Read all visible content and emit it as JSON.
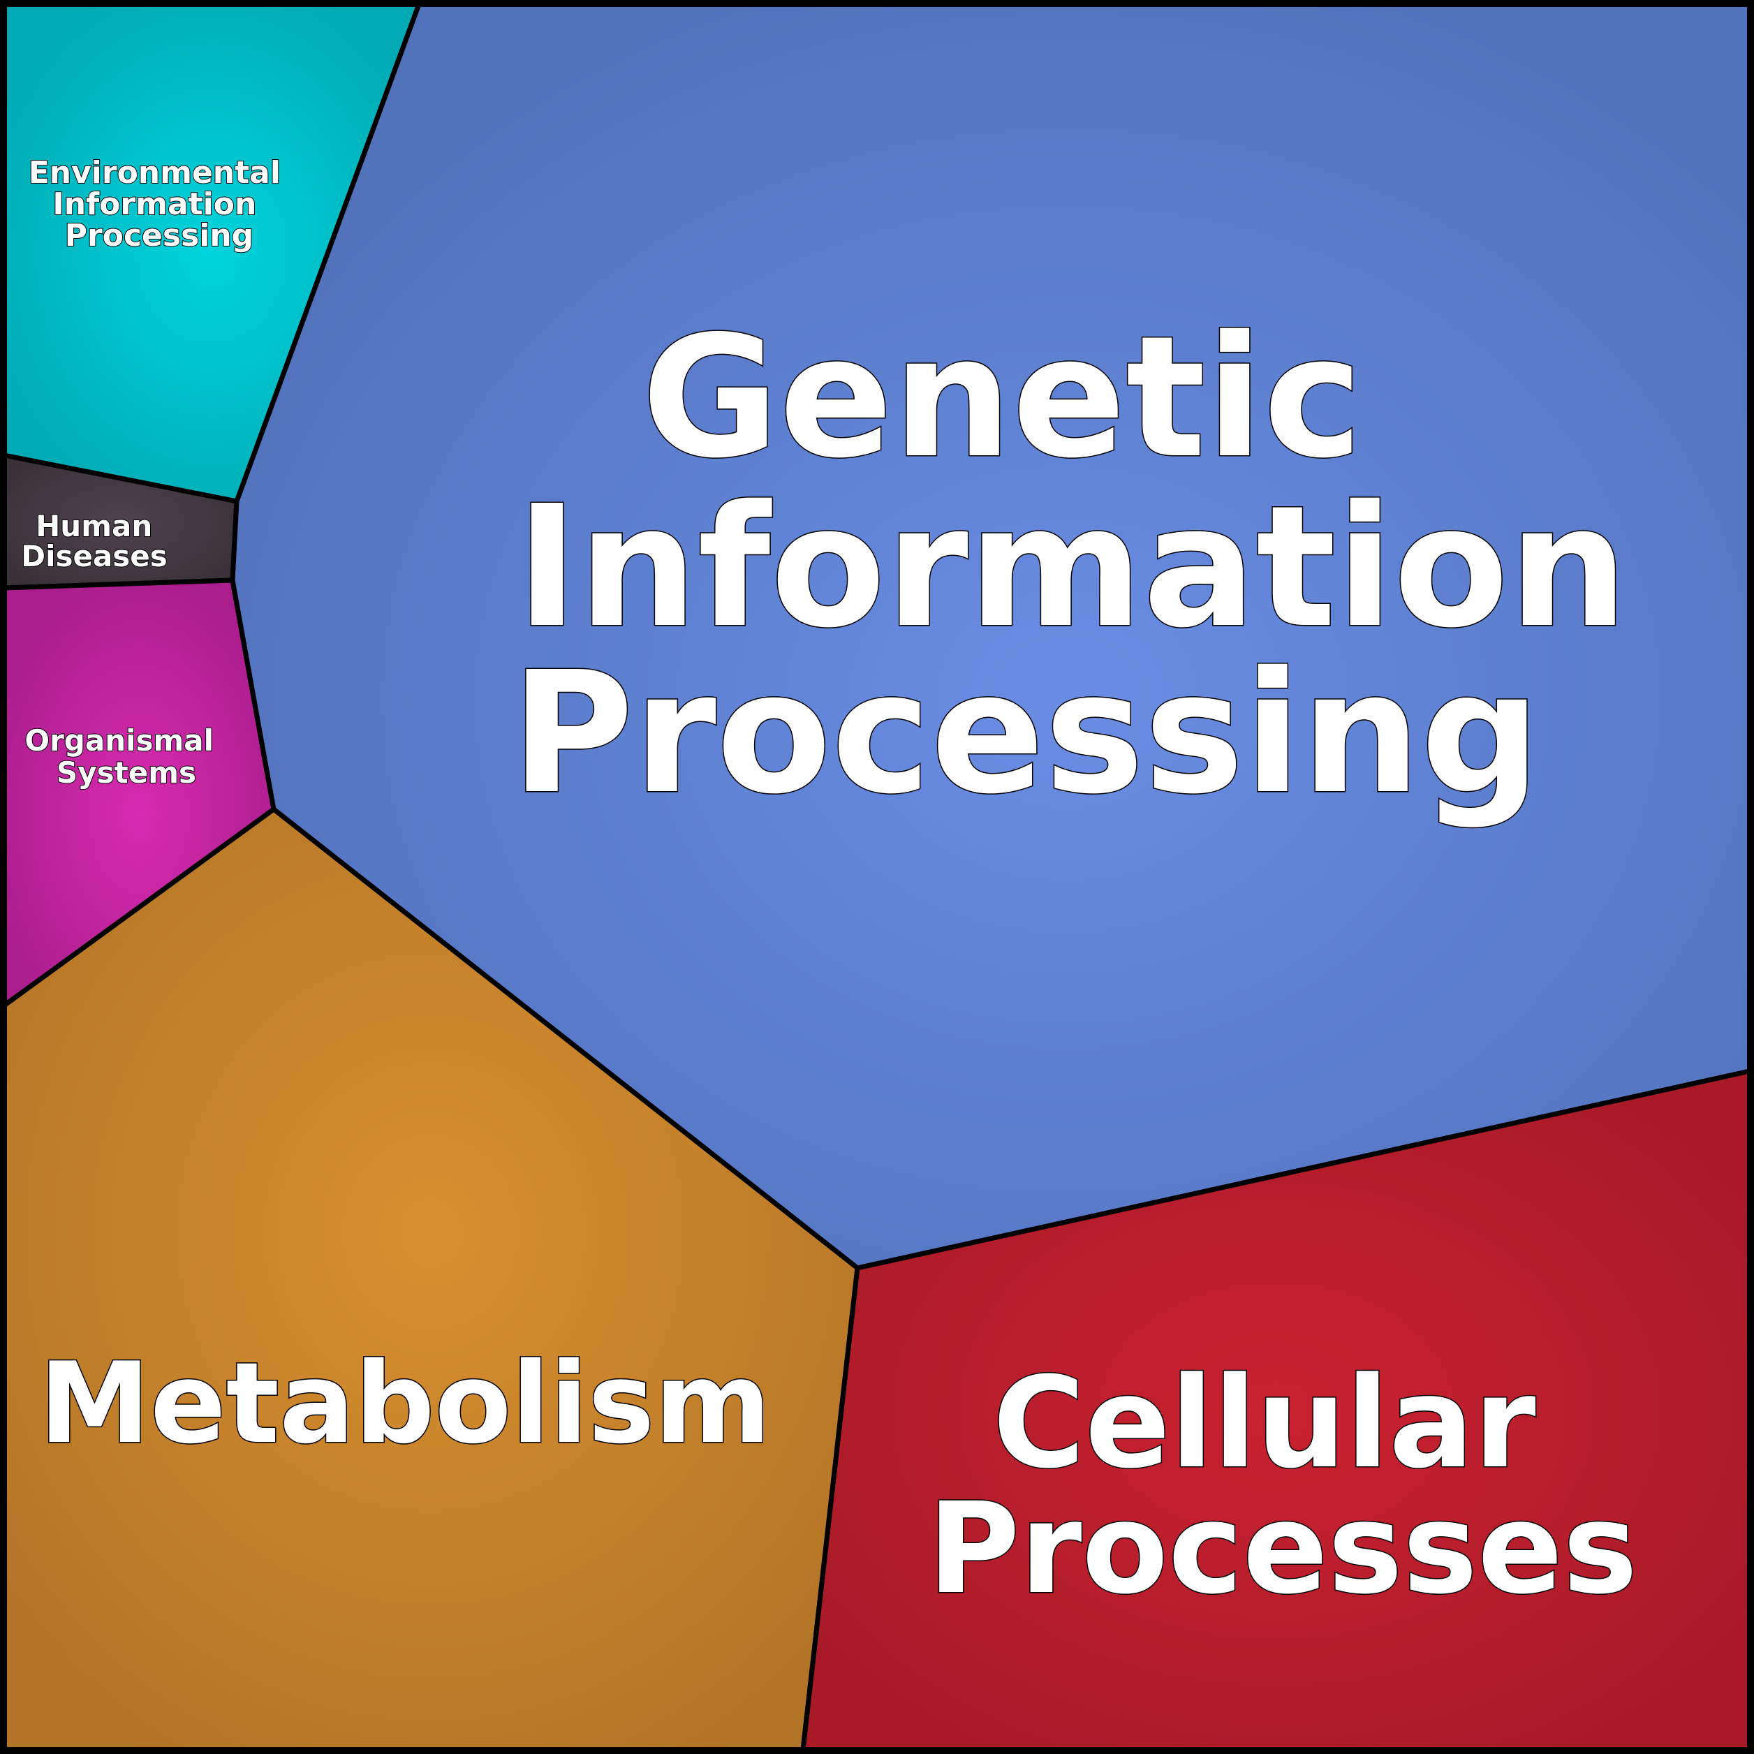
{
  "diagram": {
    "type": "voronoi-treemap",
    "regions": {
      "environmental": {
        "lines": [
          "Environmental",
          "Information",
          "Processing"
        ],
        "color_center": "#00d4dc",
        "color_edge": "#00a9b3"
      },
      "human_diseases": {
        "lines": [
          "Human",
          "Diseases"
        ],
        "color_center": "#4e434e",
        "color_edge": "#3a3138"
      },
      "organismal": {
        "lines": [
          "Organismal",
          "Systems"
        ],
        "color_center": "#d82bb0",
        "color_edge": "#a91d8c"
      },
      "genetic": {
        "lines": [
          "Genetic",
          "Information",
          "Processing"
        ],
        "color_center": "#6a8de4",
        "color_edge": "#5272bc"
      },
      "metabolism": {
        "lines": [
          "Metabolism"
        ],
        "color_center": "#d88f2f",
        "color_edge": "#b27427"
      },
      "cellular": {
        "lines": [
          "Cellular",
          "Processes"
        ],
        "color_center": "#c92130",
        "color_edge": "#a81a28"
      }
    }
  }
}
